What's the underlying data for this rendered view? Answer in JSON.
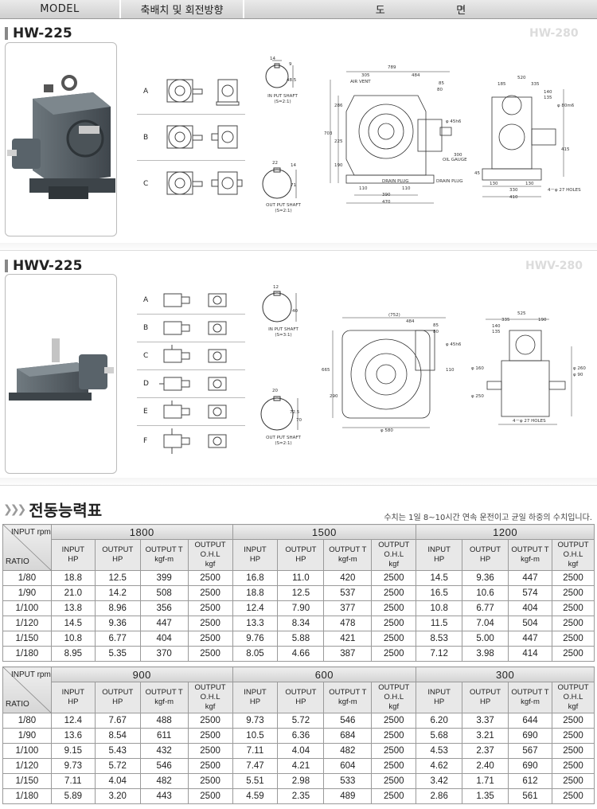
{
  "header": {
    "col_model": "MODEL",
    "col_arrangement": "축배치 및 회전방향",
    "col_drawing_1": "도",
    "col_drawing_2": "면"
  },
  "hw225": {
    "title": "HW-225",
    "ghost": "HW-280",
    "arrangements": [
      "A",
      "B",
      "C"
    ],
    "input_shaft_label": "IN PUT SHAFT",
    "input_shaft_ratio": "(S=2:1)",
    "output_shaft_label": "OUT PUT SHAFT",
    "output_shaft_ratio": "(S=2:1)",
    "dims": {
      "d789": "789",
      "d305": "305",
      "d484": "484",
      "d85": "85",
      "d80": "80",
      "air_vent": "AIR VENT",
      "d286": "286",
      "d703": "703",
      "d225": "225",
      "d190": "190",
      "dphi": "φ 45h6",
      "oil_gauge": "OIL GAUGE",
      "d300": "300",
      "d110a": "110",
      "d110b": "110",
      "d390": "390",
      "d470": "470",
      "drain1": "DRAIN PLUG",
      "drain2": "DRAIN PLUG",
      "s14": "14",
      "s9": "9",
      "s485": "48.5",
      "s22": "22",
      "s71": "71",
      "s14b": "14",
      "e520": "520",
      "e185": "185",
      "e335": "335",
      "e140": "140",
      "e135": "135",
      "e80": "φ 80m6",
      "e415": "415",
      "e45": "45",
      "e130a": "130",
      "e130b": "130",
      "e330": "330",
      "e410": "410",
      "holes": "4－φ 27 HOLES"
    }
  },
  "hwv225": {
    "title": "HWV-225",
    "ghost": "HWV-280",
    "arrangements": [
      "A",
      "B",
      "C",
      "D",
      "E",
      "F"
    ],
    "input_shaft_label": "IN PUT SHAFT",
    "input_shaft_ratio": "(S=3:1)",
    "output_shaft_label": "OUT PUT SHAFT",
    "output_shaft_ratio": "(S=2:1)",
    "dims": {
      "t752": "(752)",
      "t484": "484",
      "t85": "85",
      "t80": "80",
      "tphi": "φ 45h6",
      "t665": "665",
      "t290": "290",
      "t110": "110",
      "t580": "φ 580",
      "s12": "12",
      "s40": "40",
      "s20": "20",
      "s725": "72.5",
      "s70": "70",
      "e525": "525",
      "e335": "335",
      "e190": "190",
      "e140": "140",
      "e135": "135",
      "e160": "φ 160",
      "e250": "φ 250",
      "e260": "φ 260",
      "e90": "φ 90",
      "holes": "4－φ 27 HOLES"
    }
  },
  "table": {
    "title": "전동능력표",
    "note": "수치는 1일 8~10시간 연속 운전이고 균일 하중의 수치입니다.",
    "corner_top": "INPUT rpm",
    "corner_bottom": "RATIO",
    "subheaders": [
      {
        "l1": "INPUT",
        "l2": "HP"
      },
      {
        "l1": "OUTPUT",
        "l2": "HP"
      },
      {
        "l1": "OUTPUT T",
        "l2": "kgf-m"
      },
      {
        "l1": "OUTPUT O.H.L",
        "l2": "kgf"
      }
    ],
    "blocks": [
      {
        "speeds": [
          "1800",
          "1500",
          "1200"
        ],
        "rows": [
          [
            "1/80",
            "18.8",
            "12.5",
            "399",
            "2500",
            "16.8",
            "11.0",
            "420",
            "2500",
            "14.5",
            "9.36",
            "447",
            "2500"
          ],
          [
            "1/90",
            "21.0",
            "14.2",
            "508",
            "2500",
            "18.8",
            "12.5",
            "537",
            "2500",
            "16.5",
            "10.6",
            "574",
            "2500"
          ],
          [
            "1/100",
            "13.8",
            "8.96",
            "356",
            "2500",
            "12.4",
            "7.90",
            "377",
            "2500",
            "10.8",
            "6.77",
            "404",
            "2500"
          ],
          [
            "1/120",
            "14.5",
            "9.36",
            "447",
            "2500",
            "13.3",
            "8.34",
            "478",
            "2500",
            "11.5",
            "7.04",
            "504",
            "2500"
          ],
          [
            "1/150",
            "10.8",
            "6.77",
            "404",
            "2500",
            "9.76",
            "5.88",
            "421",
            "2500",
            "8.53",
            "5.00",
            "447",
            "2500"
          ],
          [
            "1/180",
            "8.95",
            "5.35",
            "370",
            "2500",
            "8.05",
            "4.66",
            "387",
            "2500",
            "7.12",
            "3.98",
            "414",
            "2500"
          ]
        ]
      },
      {
        "speeds": [
          "900",
          "600",
          "300"
        ],
        "rows": [
          [
            "1/80",
            "12.4",
            "7.67",
            "488",
            "2500",
            "9.73",
            "5.72",
            "546",
            "2500",
            "6.20",
            "3.37",
            "644",
            "2500"
          ],
          [
            "1/90",
            "13.6",
            "8.54",
            "611",
            "2500",
            "10.5",
            "6.36",
            "684",
            "2500",
            "5.68",
            "3.21",
            "690",
            "2500"
          ],
          [
            "1/100",
            "9.15",
            "5.43",
            "432",
            "2500",
            "7.11",
            "4.04",
            "482",
            "2500",
            "4.53",
            "2.37",
            "567",
            "2500"
          ],
          [
            "1/120",
            "9.73",
            "5.72",
            "546",
            "2500",
            "7.47",
            "4.21",
            "604",
            "2500",
            "4.62",
            "2.40",
            "690",
            "2500"
          ],
          [
            "1/150",
            "7.11",
            "4.04",
            "482",
            "2500",
            "5.51",
            "2.98",
            "533",
            "2500",
            "3.42",
            "1.71",
            "612",
            "2500"
          ],
          [
            "1/180",
            "5.89",
            "3.20",
            "443",
            "2500",
            "4.59",
            "2.35",
            "489",
            "2500",
            "2.86",
            "1.35",
            "561",
            "2500"
          ]
        ]
      }
    ]
  }
}
